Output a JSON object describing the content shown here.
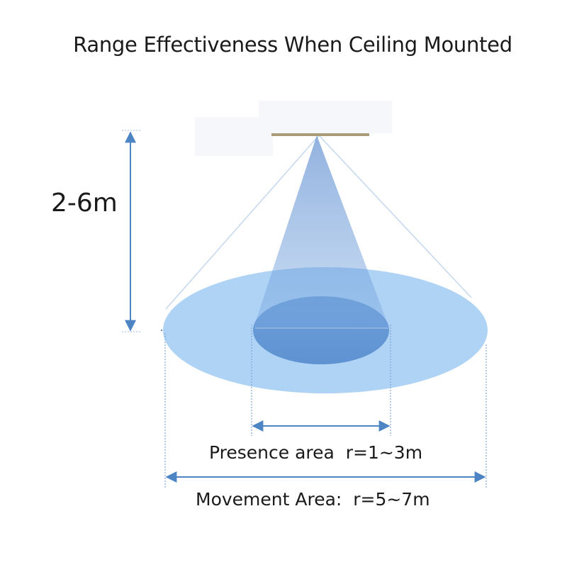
{
  "title": "Range Effectiveness When Ceiling Mounted",
  "height_label": "2-6m",
  "presence_label": "Presence area  r=1~3m",
  "movement_label": "Movement Area:  r=5~7m",
  "colors": {
    "movement_zone": "#aed3f5",
    "presence_zone": "#6d9fd8",
    "presence_cone": "#5f8ed0",
    "dimension_line": "#4d84c4",
    "sensor": "#a89c7a"
  }
}
